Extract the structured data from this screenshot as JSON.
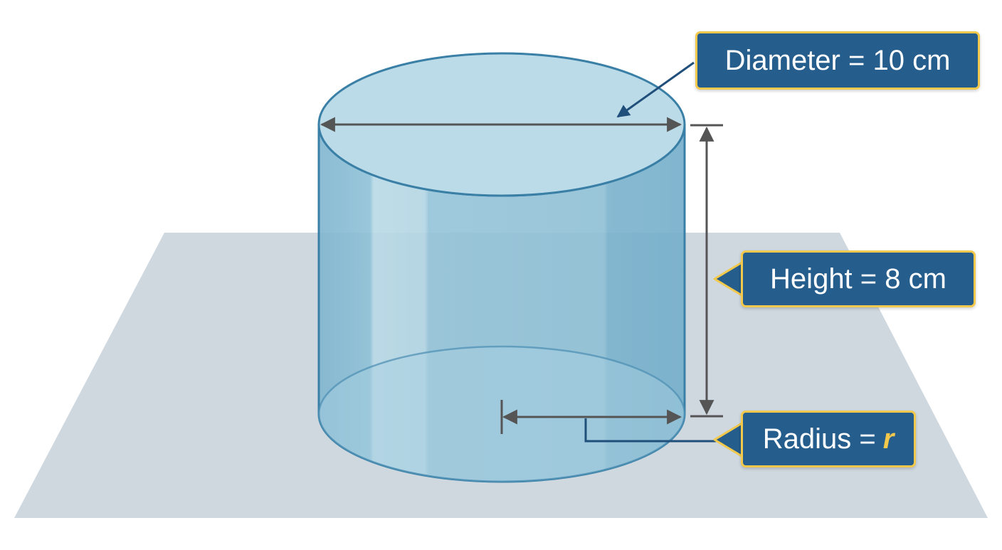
{
  "labels": {
    "diameter": "Diameter = 10 cm",
    "height": "Height = 8 cm",
    "radius_prefix": "Radius =",
    "radius_variable": "r"
  },
  "colors": {
    "label_background": "#255d8c",
    "label_border": "#f2c94c",
    "label_text": "#ffffff",
    "variable_highlight": "#f2c94c",
    "cylinder_fill": "#8fc3da",
    "cylinder_outline": "#3a7fa6",
    "ground_plane": "#cfd8df",
    "dimension_lines": "#555555",
    "pointer_lines": "#1f4f7a"
  }
}
